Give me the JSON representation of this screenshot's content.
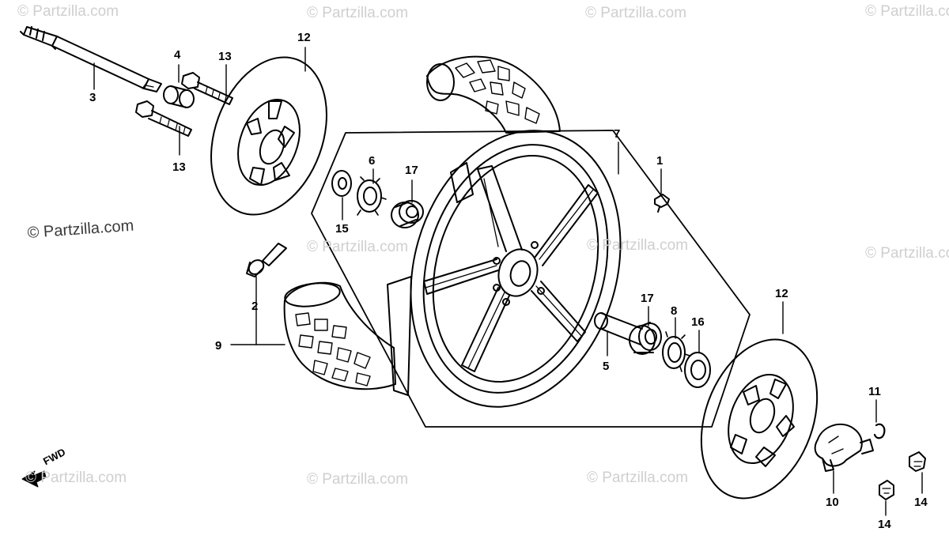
{
  "watermarks": {
    "primary": "© Partzilla.com",
    "tiles": [
      "© Partzilla.com",
      "© Partzilla.com",
      "© Partzilla.com",
      "© Partzilla.com",
      "© Partzilla.com",
      "© Partzilla.com",
      "© Partzilla.com",
      "© Partzilla.com",
      "© Partzilla.com",
      "© Partzilla.com",
      "© Partzilla.com",
      "© Partzilla.com"
    ]
  },
  "direction_label": "FWD",
  "callouts": {
    "axle": "3",
    "collar": "4",
    "bolt_upper": "13",
    "bolt_lower": "13",
    "disc_left": "12",
    "valve": "2",
    "tire": "9",
    "dust_seal_left": "15",
    "retainer": "6",
    "bearing_left": "17",
    "wheel": "7",
    "screw": "1",
    "spacer": "5",
    "bearing_right": "17",
    "gear_retainer": "8",
    "dust_seal_right": "16",
    "disc_right": "12",
    "speedo_gearbox": "10",
    "washer": "11",
    "nut_left": "14",
    "nut_right": "14"
  }
}
